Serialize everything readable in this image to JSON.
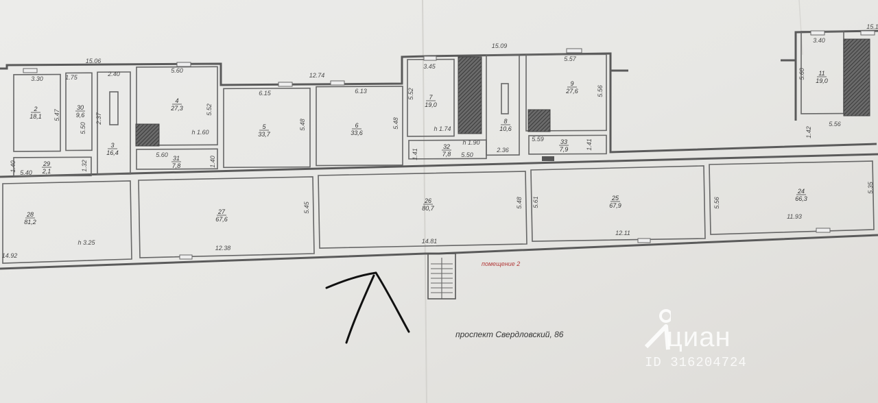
{
  "address_label": "проспект Свердловский, 86",
  "premise_label": "помещение 2",
  "watermark": {
    "brand": "циан",
    "listing_id": "ID 316204724"
  },
  "dimensions": [
    "15.06",
    "15.09",
    "15.1",
    "12.74",
    "3.30",
    "1.75",
    "2.40",
    "5.60",
    "6.15",
    "6.13",
    "3.45",
    "5.57",
    "3.40",
    "5.47",
    "5.50",
    "2.37",
    "5.52",
    "5.48",
    "5.48",
    "5.52",
    "5.56",
    "5.60",
    "1.40",
    "5.40",
    "1.32",
    "5.60",
    "1.40",
    "1.41",
    "5.50",
    "2.36",
    "5.59",
    "1.41",
    "5.56",
    "1.42",
    "5.45",
    "5.48",
    "5.61",
    "5.56",
    "5.35",
    "12.38",
    "14.81",
    "12.11",
    "11.93",
    "14.92"
  ],
  "heights": [
    "h 1.60",
    "h 1.74",
    "h 1.90",
    "h 3.25"
  ],
  "rooms": [
    {
      "id": "2",
      "area": "18,1"
    },
    {
      "id": "30",
      "area": "9,6"
    },
    {
      "id": "3",
      "area": "16,4"
    },
    {
      "id": "4",
      "area": "27,3"
    },
    {
      "id": "5",
      "area": "33,7"
    },
    {
      "id": "6",
      "area": "33,6"
    },
    {
      "id": "7",
      "area": "19,0"
    },
    {
      "id": "8",
      "area": "10,6"
    },
    {
      "id": "9",
      "area": "27,6"
    },
    {
      "id": "11",
      "area": "19,0"
    },
    {
      "id": "29",
      "area": "2,1"
    },
    {
      "id": "31",
      "area": "7,8"
    },
    {
      "id": "32",
      "area": "7,8"
    },
    {
      "id": "33",
      "area": "7,9"
    },
    {
      "id": "28",
      "area": "81,2"
    },
    {
      "id": "27",
      "area": "67,6"
    },
    {
      "id": "26",
      "area": "80,7"
    },
    {
      "id": "25",
      "area": "67,9"
    },
    {
      "id": "24",
      "area": "66,3"
    }
  ],
  "colors": {
    "paper": "#e9e9e6",
    "wall": "#5a5a5a",
    "premise_label": "#b23a3a",
    "arrow": "#111111",
    "watermark": "#ffffff"
  }
}
